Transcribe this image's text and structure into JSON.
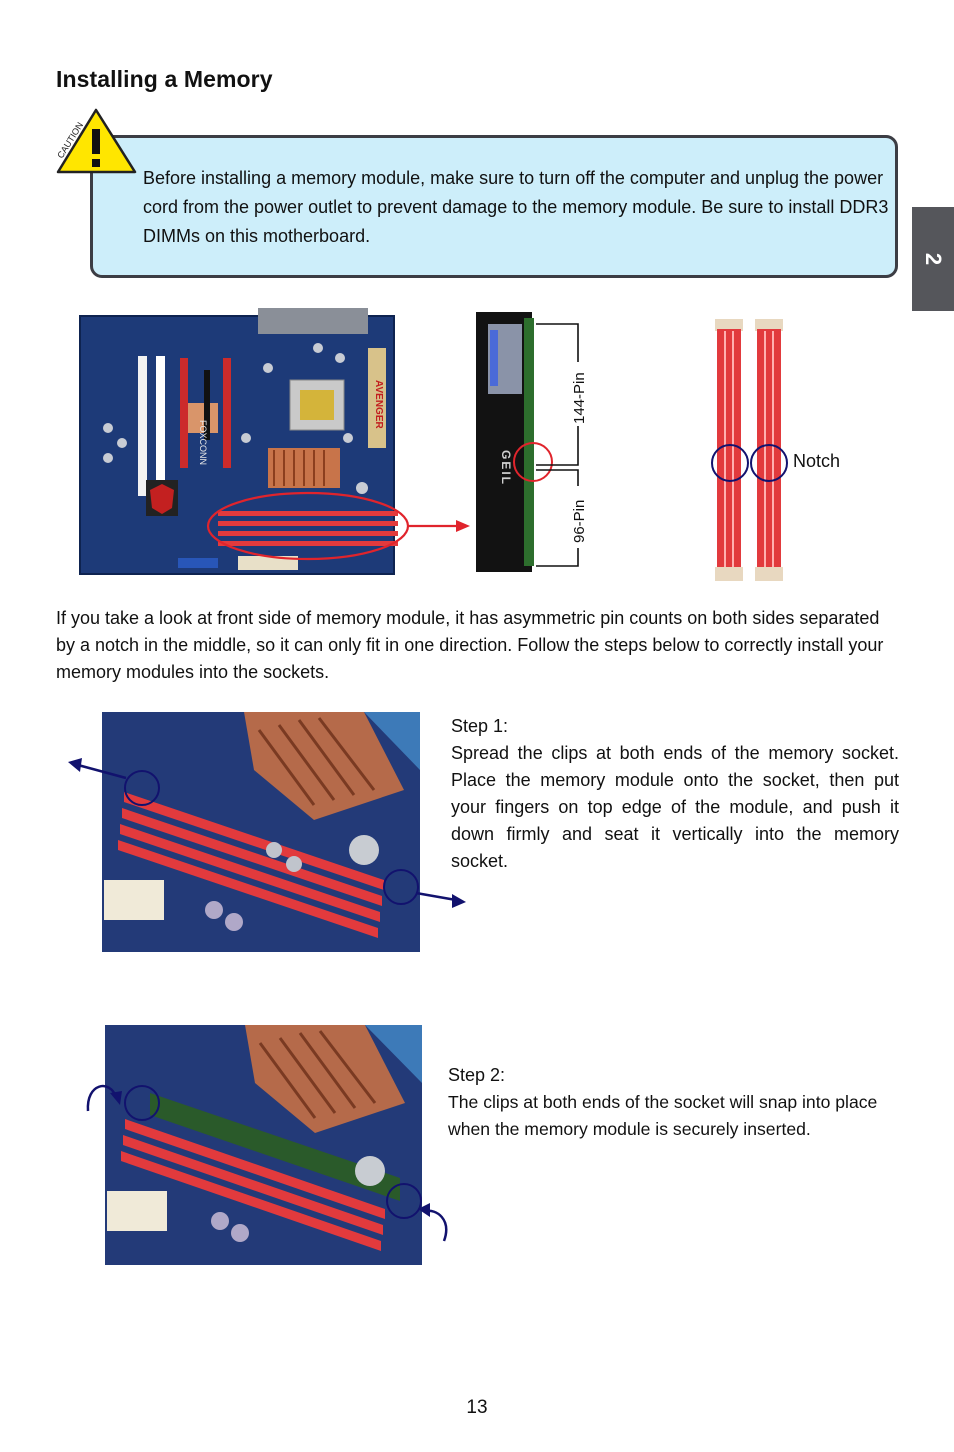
{
  "heading": "Installing a Memory",
  "caution": {
    "label": "CAUTION",
    "text": "Before installing a memory module, make sure to turn off the computer and unplug the power cord from the power outlet to prevent damage to the memory module. Be sure to install DDR3 DIMMs on this motherboard."
  },
  "chapter_tab": "2",
  "diagram": {
    "pin_long": "144-Pin",
    "pin_short": "96-Pin",
    "notch_label": "Notch",
    "board_brand": "FOXCONN",
    "board_model": "AVENGER",
    "module_brand": "GEIL"
  },
  "intro": "If you take a look at front side of memory module, it has asymmetric pin counts on both sides separated by a notch in the middle, so it can only fit in one direction. Follow the steps below to correctly install your memory modules into the sockets.",
  "steps": [
    {
      "title": "Step 1:",
      "body": "Spread the clips at both ends of the memory socket. Place the memory module onto the socket, then put your fingers on top edge of the module, and push it down firmly and seat it vertically into the memory socket."
    },
    {
      "title": "Step 2:",
      "body": "The clips at both ends of the socket will snap into place when the memory module is securely inserted."
    }
  ],
  "page_number": "13",
  "colors": {
    "caution_fill": "#cdeefa",
    "caution_border": "#3c3d44",
    "warning_yellow": "#ffe600",
    "dimm_slot_red": "#e23a3d",
    "board_blue": "#1d3a78",
    "annotation_red": "#e0242c",
    "annotation_blue": "#12126e",
    "tab_gray": "#55565b"
  }
}
